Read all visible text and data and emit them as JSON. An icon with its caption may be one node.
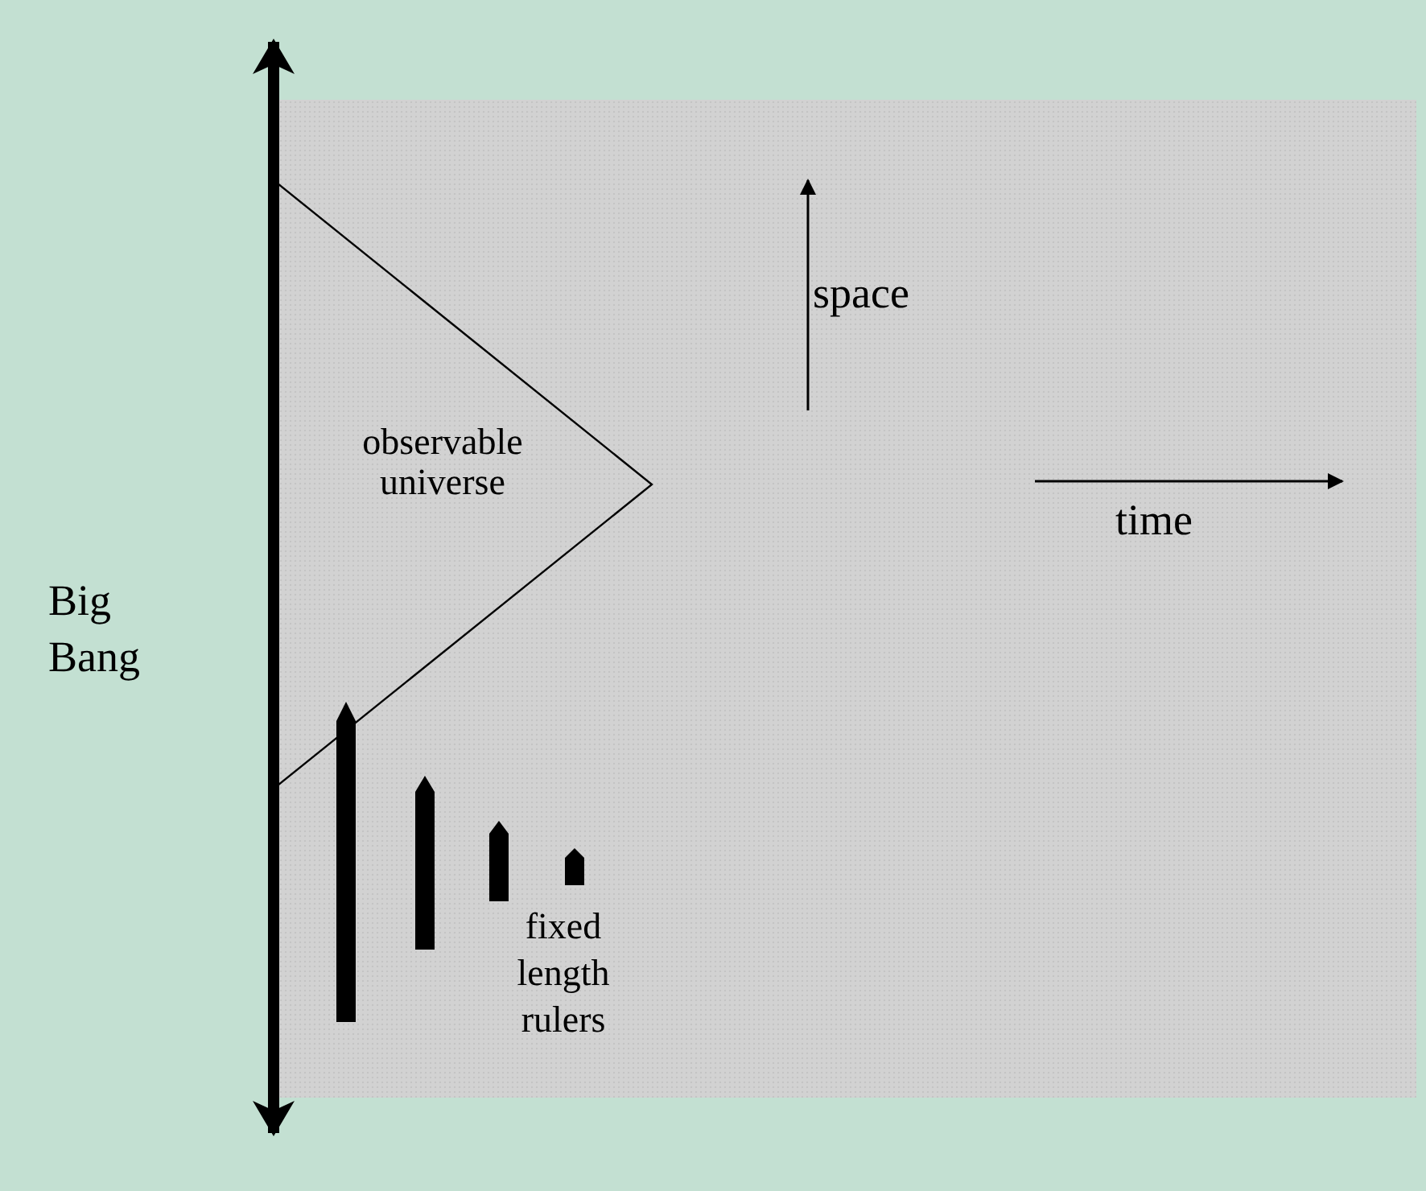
{
  "diagram": {
    "nodes": [
      {
        "text": [
          "observable universe"
        ]
      }
    ],
    "labels": [
      "space",
      "time",
      "Big Bang",
      "fixed length rulers"
    ]
  }
}
